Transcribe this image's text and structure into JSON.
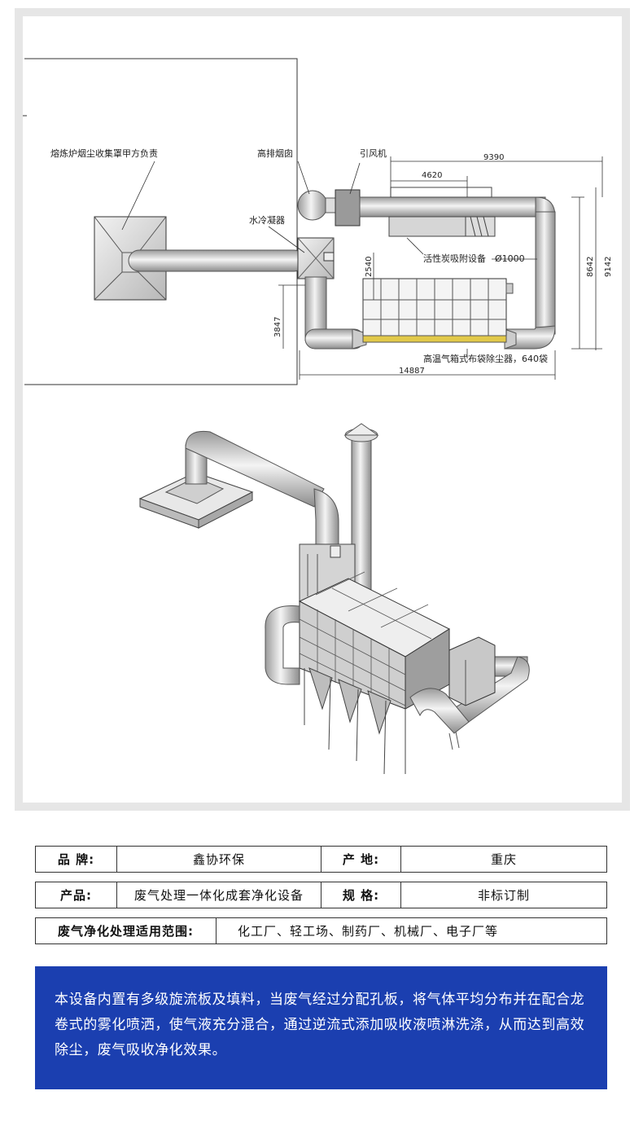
{
  "drawing": {
    "labels": {
      "hood": "熔炼炉烟尘收集罩甲方负责",
      "stack": "高排烟囱",
      "fan": "引风机",
      "cooler": "水冷凝器",
      "carbon": "活性炭吸附设备",
      "filter": "高温气箱式布袋除尘器，640袋",
      "pipe_dia": "Ø1000"
    },
    "dimensions": {
      "d9390": "9390",
      "d4620": "4620",
      "d2540": "2540",
      "d8642": "8642",
      "d9142": "9142",
      "d3847": "3847",
      "d14887": "14887"
    }
  },
  "specs": {
    "brand_label": "品 牌:",
    "brand_value": "鑫协环保",
    "origin_label": "产 地:",
    "origin_value": "重庆",
    "product_label": "产品:",
    "product_value": "废气处理一体化成套净化设备",
    "spec_label": "规 格:",
    "spec_value": "非标订制",
    "scope_label": "废气净化处理适用范围:",
    "scope_value": "化工厂、轻工场、制药厂、机械厂、电子厂等"
  },
  "description": "本设备内置有多级旋流板及填料，当废气经过分配孔板，将气体平均分布并在配合龙卷式的雾化喷洒，使气液充分混合，通过逆流式添加吸收液喷淋洗涤，从而达到高效除尘，废气吸收净化效果。",
  "colors": {
    "frame": "#e6e6e6",
    "desc_bg": "#1b3fb0"
  }
}
